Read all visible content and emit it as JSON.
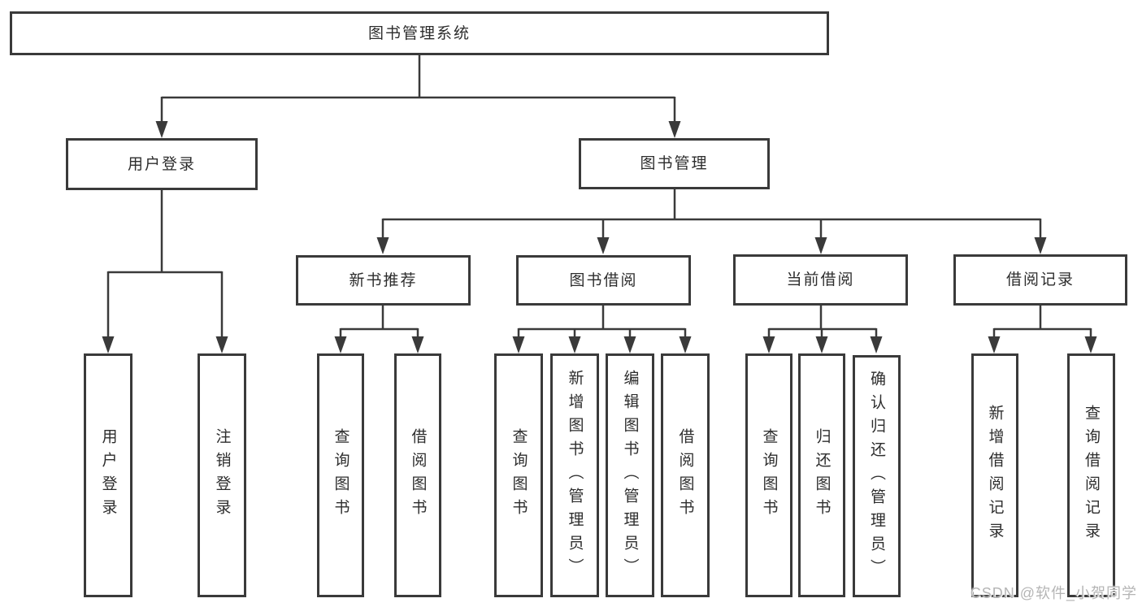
{
  "colors": {
    "line": "#3a3a3a",
    "box_border": "#3a3a3a",
    "box_fill": "#ffffff",
    "text": "#2d2d2d",
    "watermark": "#b5b5b5"
  },
  "tree": {
    "root": {
      "label": "图书管理系统"
    },
    "branches": [
      {
        "label": "用户登录",
        "children": [
          {
            "label": "用户登录"
          },
          {
            "label": "注销登录"
          }
        ]
      },
      {
        "label": "图书管理",
        "groups": [
          {
            "label": "新书推荐",
            "children": [
              {
                "label": "查询图书"
              },
              {
                "label": "借阅图书"
              }
            ]
          },
          {
            "label": "图书借阅",
            "children": [
              {
                "label": "查询图书"
              },
              {
                "label": "新增图书（管理员）"
              },
              {
                "label": "编辑图书（管理员）"
              },
              {
                "label": "借阅图书"
              }
            ]
          },
          {
            "label": "当前借阅",
            "children": [
              {
                "label": "查询图书"
              },
              {
                "label": "归还图书"
              },
              {
                "label": "确认归还（管理员）"
              }
            ]
          },
          {
            "label": "借阅记录",
            "children": [
              {
                "label": "新增借阅记录"
              },
              {
                "label": "查询借阅记录"
              }
            ]
          }
        ]
      }
    ]
  },
  "watermark": {
    "text": "CSDN @软件_小贺同学"
  }
}
